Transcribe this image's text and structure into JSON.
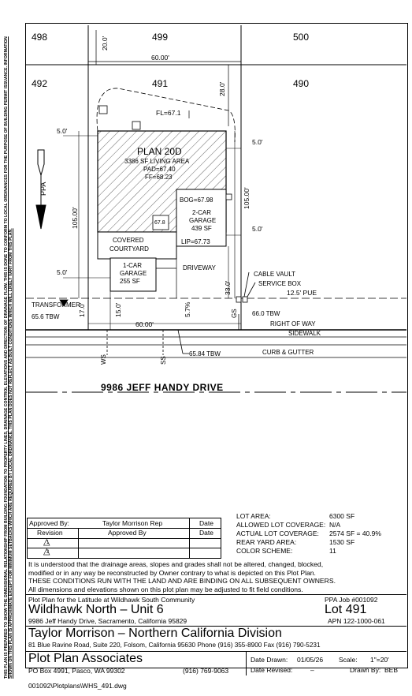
{
  "side_note": "THIS PLAN IS PREPARED TO SHOW THE DIMENSIONAL RELATIONSHIP FROM BUILDING FOUNDATION TO PROPERTY LINES, DRAINAGE CONTROL ELEVATIONS AND DIRECTION OF DRAINAGE FLOW. THIS IS DONE TO CONFORM TO LOCAL ORDINANCES FOR THE PURPOSE OF BUILDING PERMIT ISSUANCE. INFORMATION SHOWN ON THIS PLAN IS APPROXIMATE EXCEPT FOR MINIMUM SETBACKS WHICH ARE REQUIRED BY LOCAL ORDINANCE. THIS PLAN DOES NOT REFLECT AS BUILT CONDITIONS WHICH WILL LIKELY VARY FROM THIS PLAN.",
  "plan": {
    "lots": {
      "l498": "498",
      "l499": "499",
      "l500": "500",
      "l492": "492",
      "l491": "491",
      "l490": "490"
    },
    "dims": {
      "rear_setback": "20.0'",
      "rear_width": "60.00'",
      "side_right_rear": "28.0'",
      "left_side": "5.0'",
      "right_side": "5.0'",
      "left_depth": "105.00'",
      "right_depth": "105.00'",
      "right_side2": "5.0'",
      "left_side2": "5.0'",
      "front_33": "33.0'",
      "front_17": "17.0'",
      "front_15": "15.0'",
      "front_57": "5.7%",
      "front_width": "60.00'",
      "pue": "12.5' PUE"
    },
    "house": {
      "name": "PLAN 20D",
      "area": "3386 SF LIVING AREA",
      "pad": "PAD=67.40",
      "ff": "FF=68.23"
    },
    "fl": "FL=67.1",
    "bog": "BOG=67.98",
    "garage2": {
      "line1": "2-CAR",
      "line2": "GARAGE",
      "line3": "439 SF"
    },
    "lip": "LIP=67.73",
    "step": "67.8",
    "courtyard": {
      "line1": "COVERED",
      "line2": "COURTYARD"
    },
    "garage1": {
      "line1": "1-CAR",
      "line2": "GARAGE",
      "line3": "255 SF"
    },
    "driveway": "DRIVEWAY",
    "cable": "CABLE VAULT",
    "service": "SERVICE BOX",
    "transformer": "TRANSFORMER",
    "tbw_left": "65.6 TBW",
    "tbw_right": "66.0 TBW",
    "tbw_center": "65.84 TBW",
    "row_label": "RIGHT OF WAY",
    "sidewalk": "SIDEWALK",
    "curb": "CURB & GUTTER",
    "ws": "WS",
    "ss": "SS",
    "gs": "GS",
    "street": "9986 JEFF HANDY DRIVE",
    "north": "PPA"
  },
  "lot_info": {
    "rows": [
      {
        "k": "LOT AREA:",
        "v": "6300 SF"
      },
      {
        "k": "ALLOWED LOT COVERAGE:",
        "v": "N/A"
      },
      {
        "k": "ACTUAL LOT COVERAGE:",
        "v": "2574 SF = 40.9%"
      },
      {
        "k": "REAR YARD AREA:",
        "v": "1530 SF"
      },
      {
        "k": "COLOR SCHEME:",
        "v": "11"
      }
    ]
  },
  "approval": {
    "approved_by": "Approved By:",
    "rep": "Taylor Morrison Rep",
    "date": "Date",
    "revision": "Revision",
    "approved_by2": "Approved By",
    "date2": "Date",
    "rev1": "1",
    "rev2": "2"
  },
  "notes": {
    "line1": "It is understood that the drainage areas, slopes and grades shall not be altered, changed, blocked,",
    "line2": "modified or in any way be reconstructed by Owner contrary to what is depicted on this Plot Plan.",
    "line3": "THESE CONDITIONS RUN WITH THE LAND AND ARE BINDING ON ALL SUBSEQUENT OWNERS.",
    "line4": "All dimensions and elevations shown on this plot plan may be adjusted to fit field conditions."
  },
  "title_block": {
    "prepared_for": "Plot Plan for the Latitude at Wildhawk South Community",
    "job": "PPA Job #001092",
    "project": "Wildhawk North – Unit 6",
    "lot": "Lot 491",
    "address": "9986 Jeff Handy Drive, Sacramento, California 95829",
    "apn": "APN 122-1000-061",
    "builder": "Taylor Morrison – Northern California Division",
    "builder_addr": "81 Blue Ravine Road, Suite 220, Folsom, California 95630 Phone (916) 355-8900 Fax (916) 790-5231",
    "firm": "Plot Plan Associates",
    "firm_addr": "PO Box 4991, Pasco, WA 99302",
    "firm_phone": "(916) 769-9063",
    "date_drawn_label": "Date Drawn:",
    "date_drawn": "01/05/26",
    "scale_label": "Scale:",
    "scale": "1\"=20'",
    "date_revised_label": "Date Revised:",
    "date_revised": "–",
    "drawn_by_label": "Drawn By:",
    "drawn_by": "BEB"
  },
  "file_path": "001092\\Plotplans\\WHS_491.dwg"
}
